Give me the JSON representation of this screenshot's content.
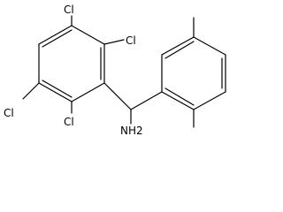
{
  "molecule": {
    "atom_labels": {
      "cl_top": "Cl",
      "cl_upper_right": "Cl",
      "cl_left": "Cl",
      "cl_bottom": "Cl",
      "amine": "NH2"
    }
  },
  "colors": {
    "bond": "#000000",
    "background": "#ffffff"
  }
}
